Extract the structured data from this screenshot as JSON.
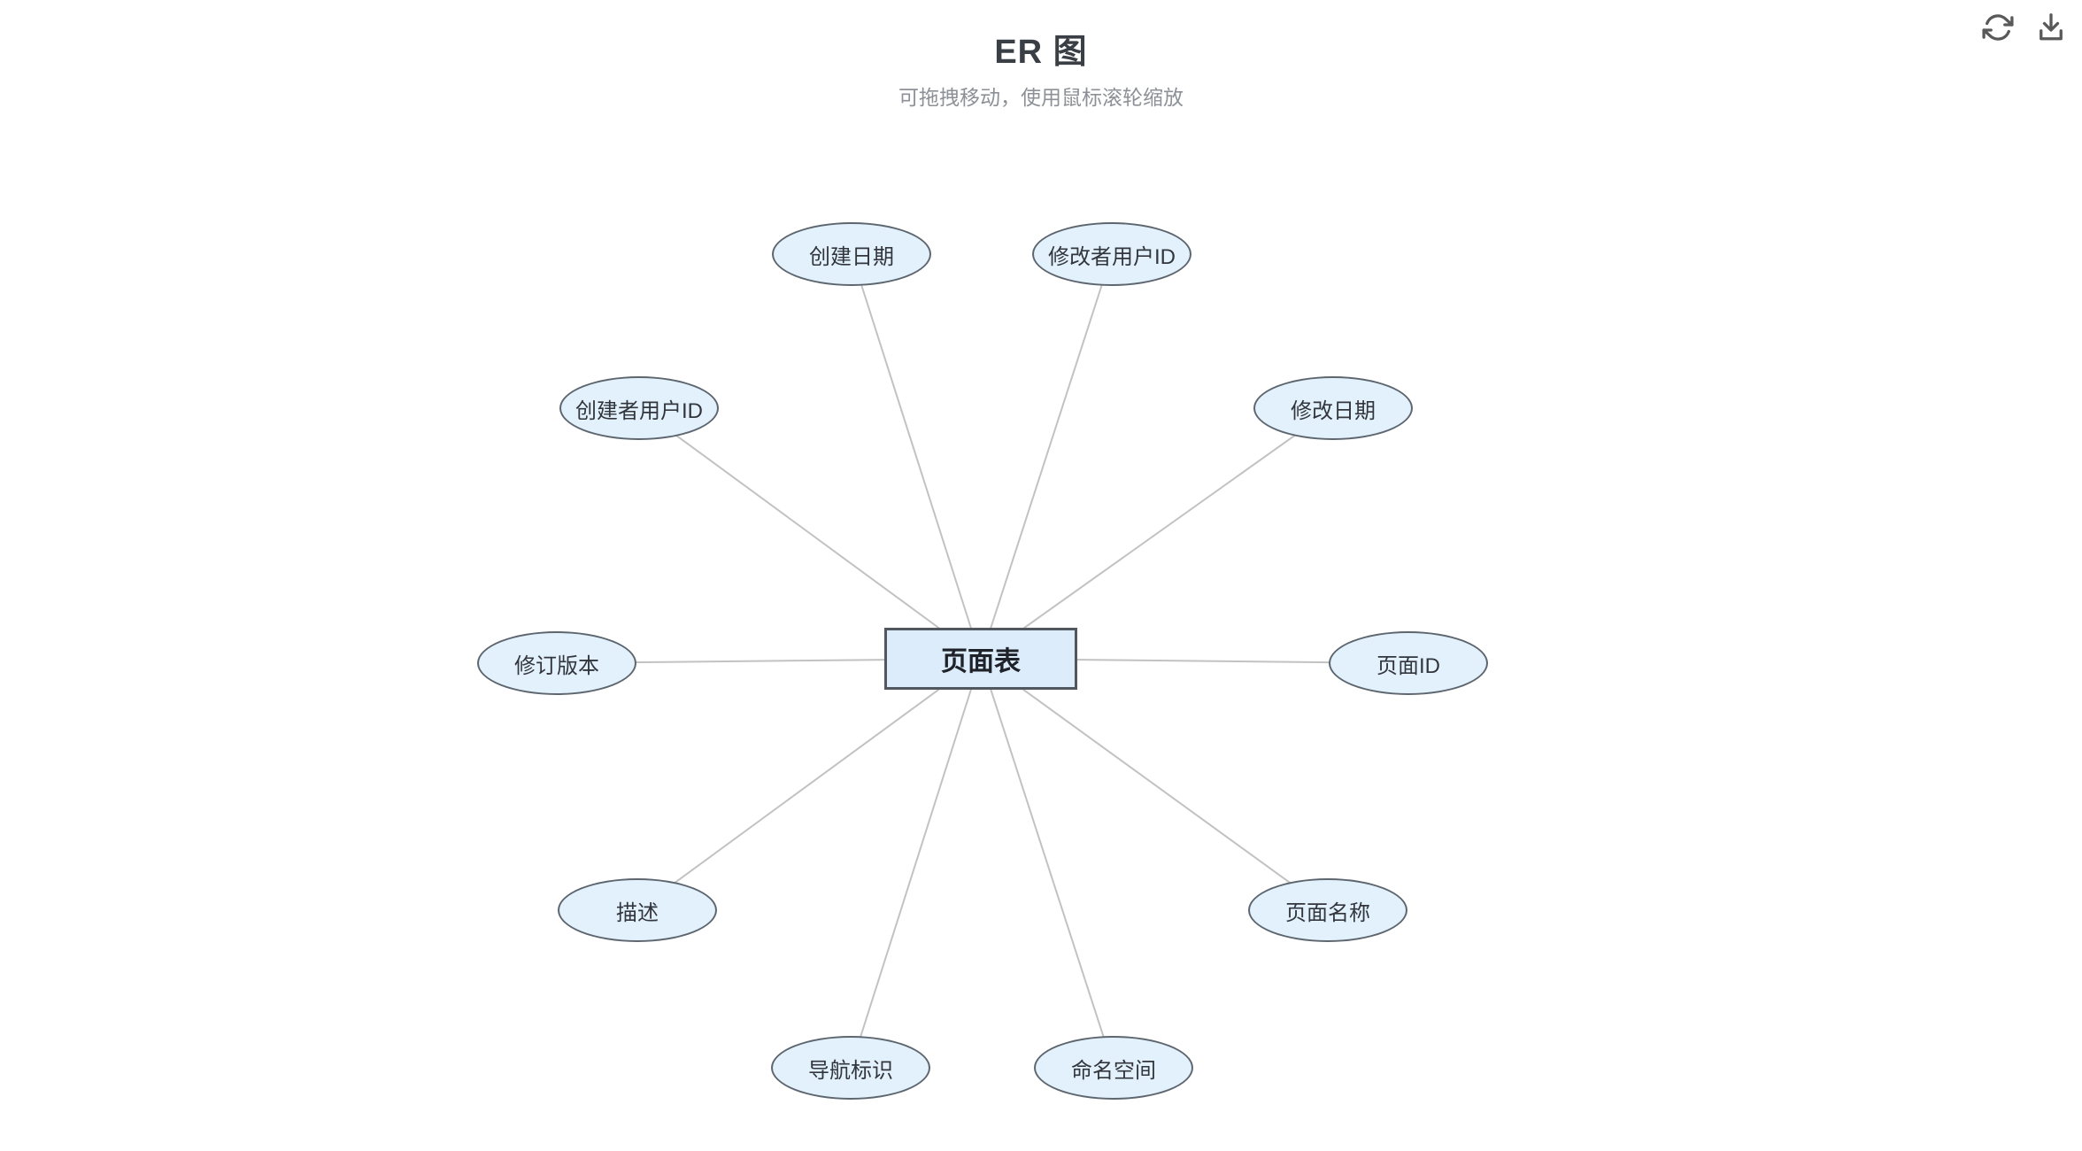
{
  "header": {
    "title": "ER 图",
    "subtitle": "可拖拽移动，使用鼠标滚轮缩放"
  },
  "toolbar": {
    "icons": [
      "refresh",
      "download"
    ]
  },
  "diagram": {
    "entity": {
      "label": "页面表"
    },
    "attributes": [
      {
        "label": "创建日期"
      },
      {
        "label": "修改者用户ID"
      },
      {
        "label": "创建者用户ID"
      },
      {
        "label": "修改日期"
      },
      {
        "label": "修订版本"
      },
      {
        "label": "页面ID"
      },
      {
        "label": "描述"
      },
      {
        "label": "页面名称"
      },
      {
        "label": "导航标识"
      },
      {
        "label": "命名空间"
      }
    ]
  },
  "colors": {
    "attribute_fill": "#e3f1fd",
    "attribute_border": "#5d666f",
    "entity_fill": "#ddecfb",
    "entity_border": "#50575e",
    "connector": "#c2c2c2",
    "title_text": "#3a3e45",
    "subtitle_text": "#8d9197",
    "icon": "#595959"
  }
}
